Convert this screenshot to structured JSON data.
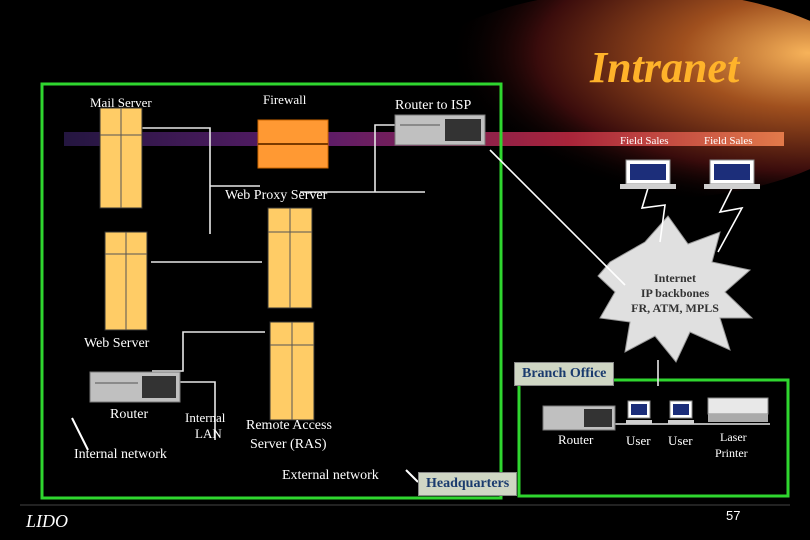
{
  "title": "Intranet",
  "footer": {
    "brand": "LIDO",
    "page_number": "57"
  },
  "internal": {
    "mail_server": "Mail Server",
    "firewall": "Firewall",
    "router_isp": "Router to ISP",
    "web_proxy": "Web Proxy Server",
    "web_server": "Web Server",
    "router": "Router",
    "internal_lan_1": "Internal",
    "internal_lan_2": "LAN",
    "remote_access_1": "Remote Access",
    "remote_access_2": "Server (RAS)",
    "internal_network": "Internal network",
    "external_network": "External network",
    "headquarters": "Headquarters"
  },
  "field": {
    "sales_1": "Field Sales",
    "sales_2": "Field Sales"
  },
  "cloud": {
    "line1": "Internet",
    "line2": "IP backbones",
    "line3": "FR, ATM, MPLS"
  },
  "branch": {
    "title": "Branch Office",
    "router": "Router",
    "user_1": "User",
    "user_2": "User",
    "printer_1": "Laser",
    "printer_2": "Printer"
  },
  "colors": {
    "title": "#ffb32a",
    "frame": "#2fd62f",
    "server": "#ffcc66",
    "firewall": "#ff9933"
  }
}
